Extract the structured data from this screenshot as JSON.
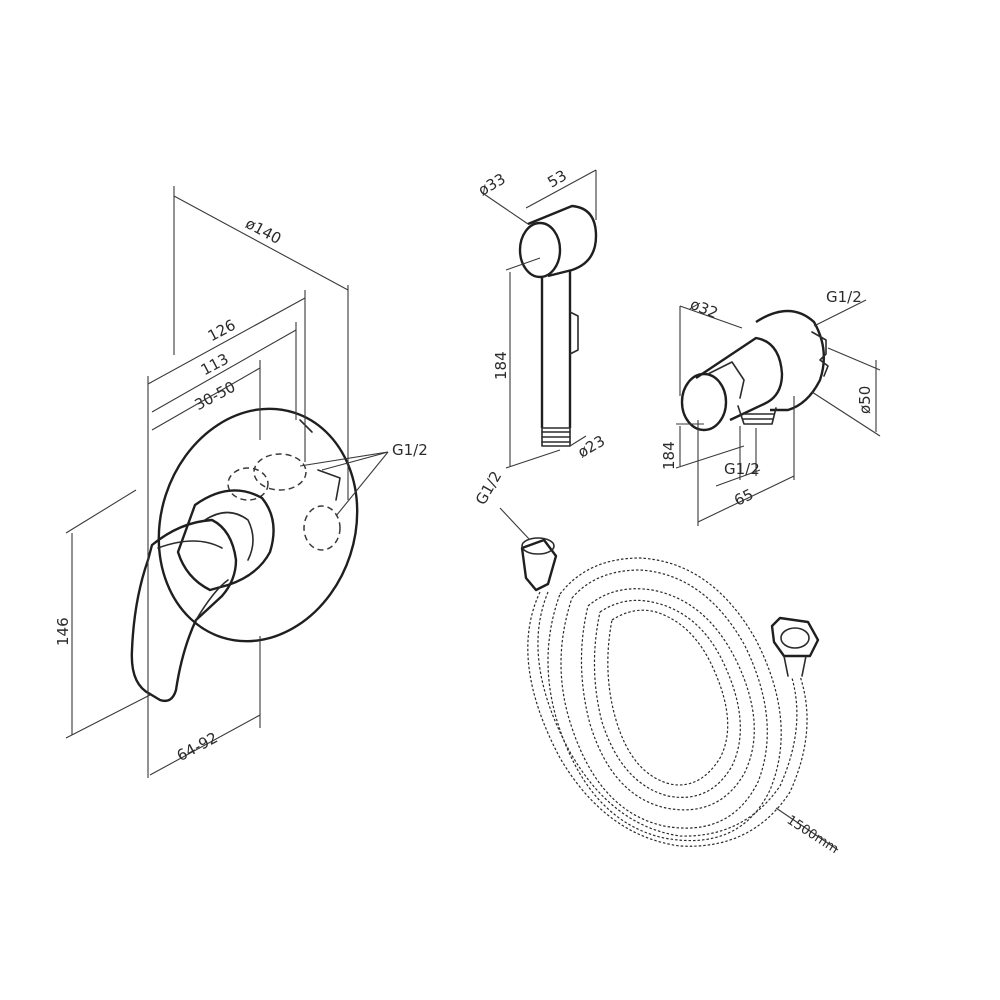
{
  "labels": {
    "mixer_dia": "ø140",
    "mixer_126": "126",
    "mixer_113": "113",
    "mixer_3050": "30-50",
    "mixer_g12": "G1/2",
    "mixer_146": "146",
    "mixer_6492": "64-92",
    "hs_dia33": "ø33",
    "hs_53": "53",
    "hs_184": "184",
    "hs_dia23": "ø23",
    "el_dia32": "ø32",
    "el_g12_top": "G1/2",
    "el_dia50": "ø50",
    "el_184": "184",
    "el_g12_bottom": "G1/2",
    "el_65": "65",
    "hose_g12": "G1/2",
    "hose_len": "1500mm"
  }
}
